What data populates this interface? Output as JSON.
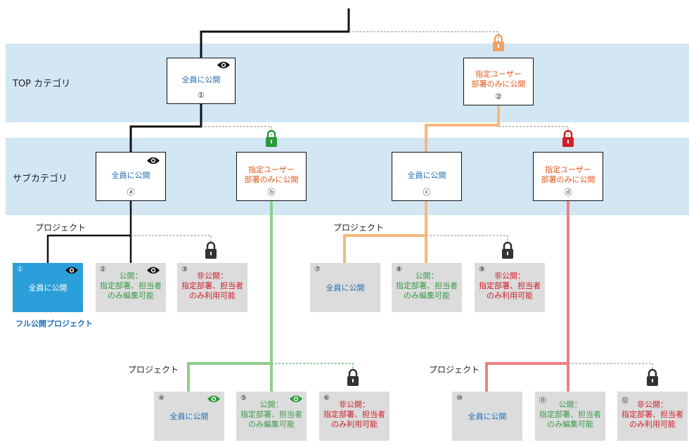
{
  "bands": {
    "top": "TOP カテゴリ",
    "sub": "サブカテゴリ"
  },
  "project_label": "プロジェクト",
  "top_categories": [
    {
      "text": "全員に公開",
      "num": "①"
    },
    {
      "text": "指定ユーザー\n部署のみに公開",
      "num": "②"
    }
  ],
  "sub_categories": [
    {
      "text": "全員に公開",
      "num": "ⓐ"
    },
    {
      "text": "指定ユーザー\n部署のみに公開",
      "num": "ⓑ"
    },
    {
      "text": "全員に公開",
      "num": "ⓒ"
    },
    {
      "text": "指定ユーザー\n部署のみに公開",
      "num": "ⓓ"
    }
  ],
  "projects": [
    {
      "num": "①",
      "text": "全員に公開"
    },
    {
      "num": "②",
      "text": "公開：\n指定部署、担当者\nのみ編集可能"
    },
    {
      "num": "③",
      "text": "非公開：\n指定部署、担当者\nのみ利用可能"
    },
    {
      "num": "④",
      "text": "全員に公開"
    },
    {
      "num": "⑤",
      "text": "公開：\n指定部署、担当者\nのみ編集可能"
    },
    {
      "num": "⑥",
      "text": "非公開：\n指定部署、担当者\nのみ利用可能"
    },
    {
      "num": "⑦",
      "text": "全員に公開"
    },
    {
      "num": "⑧",
      "text": "公開：\n指定部署、担当者\nのみ編集可能"
    },
    {
      "num": "⑨",
      "text": "非公開：\n指定部署、担当者\nのみ利用可能"
    },
    {
      "num": "⑩",
      "text": "全員に公開"
    },
    {
      "num": "⑪",
      "text": "公開：\n指定部署、担当者\nのみ編集可能"
    },
    {
      "num": "⑫",
      "text": "非公開：\n指定部署、担当者\nのみ利用可能"
    }
  ],
  "full_project_caption": "フル公開プロジェクト",
  "colors": {
    "band": "#d2e6f4",
    "orange": "#f5b77c",
    "green": "#8fce8a",
    "red": "#ee8080",
    "full_project": "#2a9fd9",
    "project_gray": "#dcdcdc"
  },
  "icons": {
    "eye": "eye-icon",
    "lock": "lock-icon"
  }
}
